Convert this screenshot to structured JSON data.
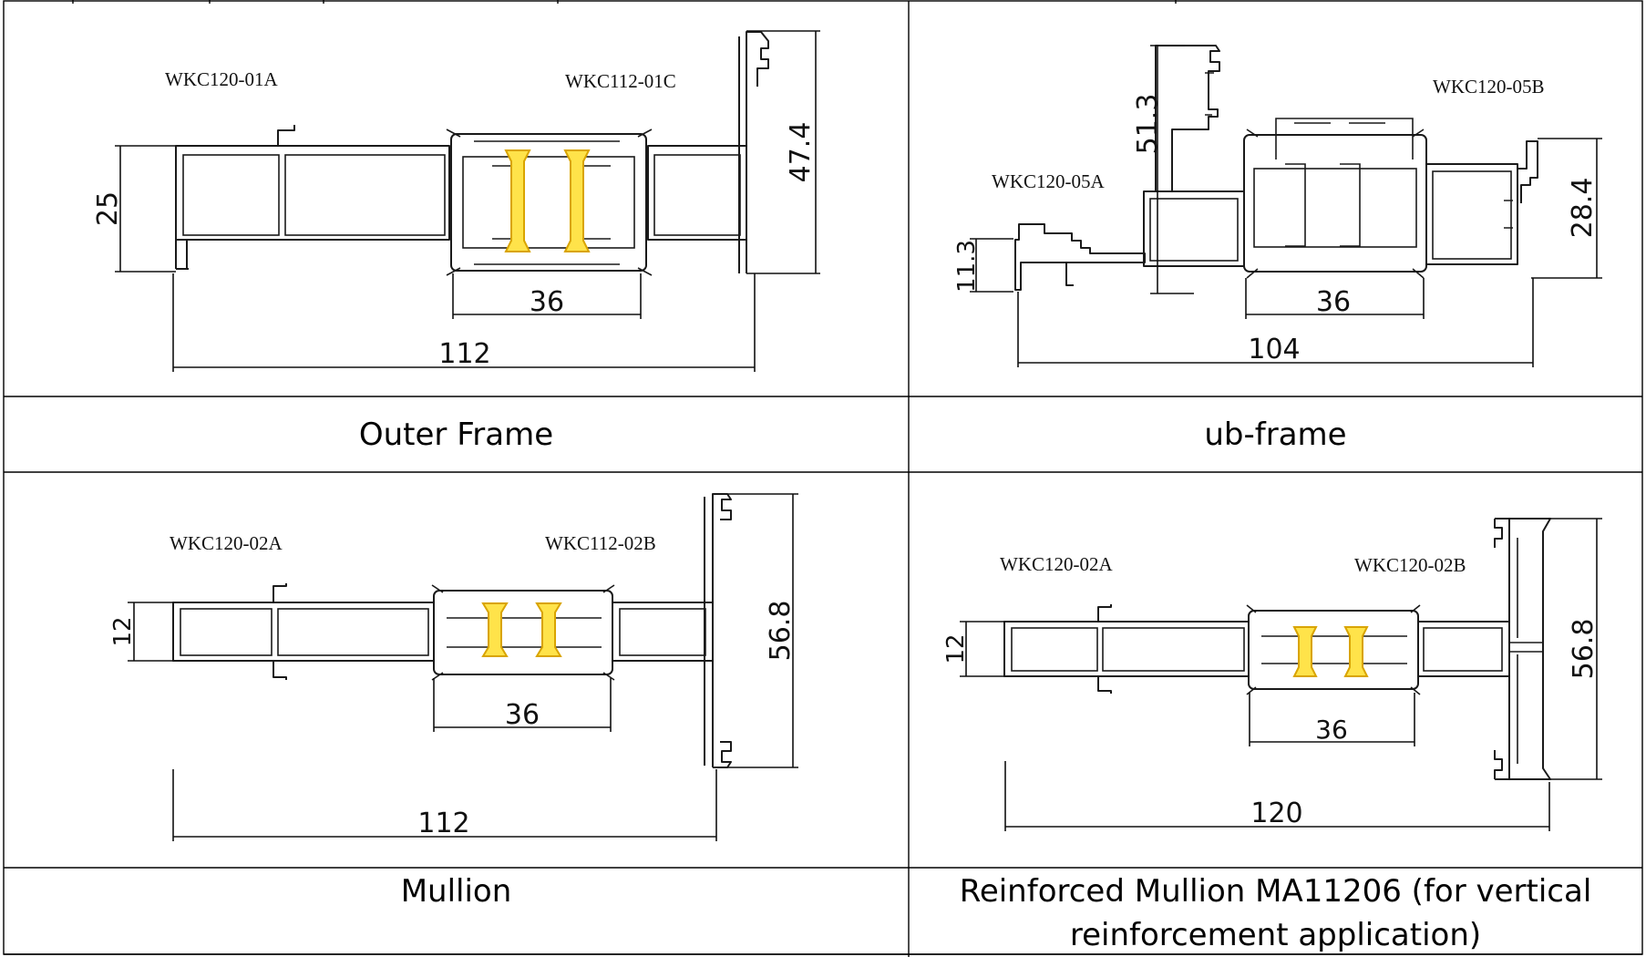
{
  "panels": [
    {
      "caption": "Outer Frame",
      "left_code": "WKC120-01A",
      "right_code": "WKC112-01C",
      "dim_height_left": "25",
      "dim_height_right": "47.4",
      "dim_core": "36",
      "dim_total": "112"
    },
    {
      "caption": "ub-frame",
      "left_code": "WKC120-05A",
      "right_code": "WKC120-05B",
      "dim_height_left": "11.3",
      "dim_height_mid": "51.3",
      "dim_height_right": "28.4",
      "dim_core": "36",
      "dim_total": "104"
    },
    {
      "caption": "Mullion",
      "left_code": "WKC120-02A",
      "right_code": "WKC112-02B",
      "dim_height_left": "12",
      "dim_height_right": "56.8",
      "dim_core": "36",
      "dim_total": "112"
    },
    {
      "caption": "Reinforced Mullion MA11206 (for vertical reinforcement application)",
      "left_code": "WKC120-02A",
      "right_code": "WKC120-02B",
      "dim_height_left": "12",
      "dim_height_right": "56.8",
      "dim_core": "36",
      "dim_total": "120"
    }
  ],
  "colors": {
    "thermal_break": "#ffe34a",
    "lines": "#111111"
  }
}
